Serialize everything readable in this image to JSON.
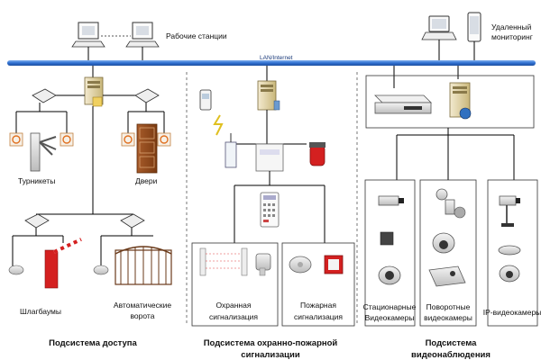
{
  "labels": {
    "workstations": "Рабочие станции",
    "remote_monitoring_1": "Удаленный",
    "remote_monitoring_2": "мониторинг",
    "bus": "LAN/Internet",
    "turnstiles": "Турникеты",
    "doors": "Двери",
    "barriers": "Шлагбаумы",
    "auto_gates_1": "Автоматические",
    "auto_gates_2": "ворота",
    "security_alarm_1": "Охранная",
    "security_alarm_2": "сигнализация",
    "fire_alarm_1": "Пожарная",
    "fire_alarm_2": "сигнализация",
    "stationary_cams_1": "Стационарные",
    "stationary_cams_2": "Видеокамеры",
    "ptz_cams_1": "Поворотные",
    "ptz_cams_2": "видеокамеры",
    "ip_cams": "IP-видеокамеры"
  },
  "captions": {
    "access_1": "Подсистема доступа",
    "alarm_1": "Подсистема охранно-пожарной",
    "alarm_2": "сигнализации",
    "video_1": "Подсистема",
    "video_2": "видеонаблюдения"
  },
  "colors": {
    "bus": "#2f6fd0",
    "line": "#000000",
    "dashed": "#555555",
    "server": "#e8d9a0",
    "alarm_red": "#d42020"
  }
}
